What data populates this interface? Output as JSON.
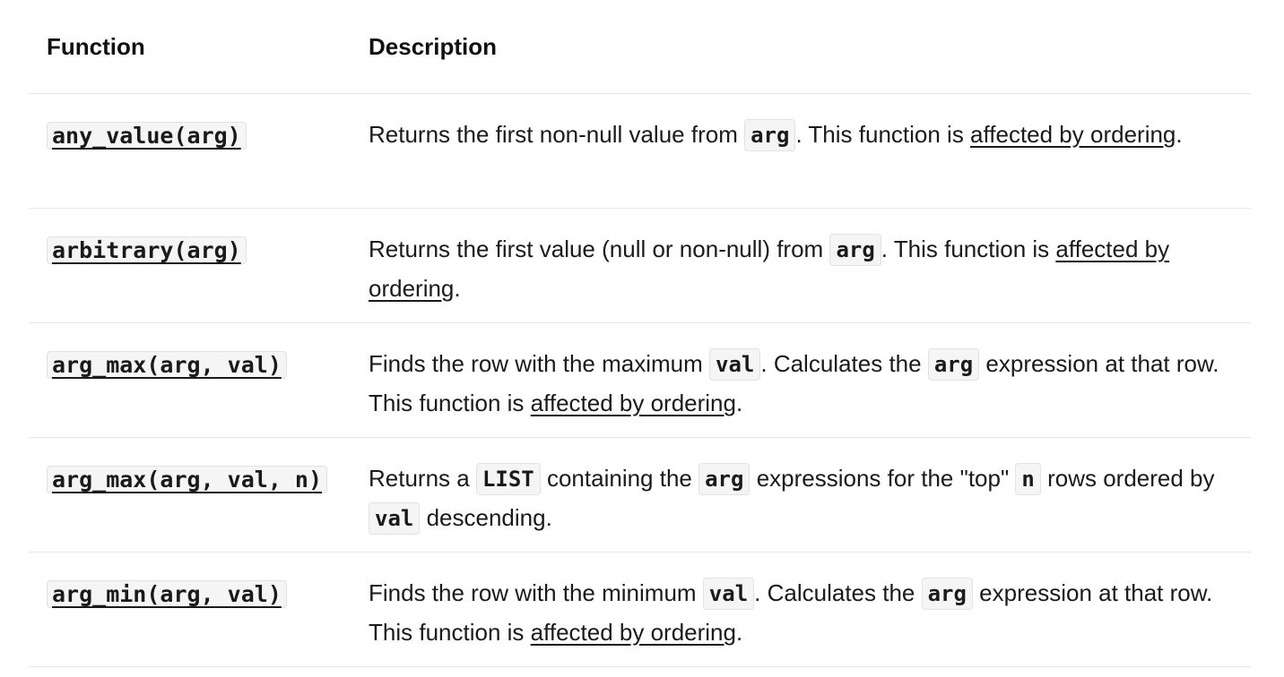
{
  "table": {
    "headers": {
      "function": "Function",
      "description": "Description"
    },
    "rows": [
      {
        "function": "any_value(arg)",
        "desc": {
          "t1": "Returns the first non-null value from ",
          "c1": "arg",
          "t2": ". This function is ",
          "link": "affected by ordering",
          "t3": "."
        }
      },
      {
        "function": "arbitrary(arg)",
        "desc": {
          "t1": "Returns the first value (null or non-null) from ",
          "c1": "arg",
          "t2": ". This function is ",
          "link": "affected by ordering",
          "t3": "."
        }
      },
      {
        "function": "arg_max(arg, val)",
        "desc": {
          "t1": "Finds the row with the maximum ",
          "c1": "val",
          "t2": ". Calculates the ",
          "c2": "arg",
          "t3": " expression at that row. This function is ",
          "link": "affected by ordering",
          "t4": "."
        }
      },
      {
        "function": "arg_max(arg, val, n)",
        "desc": {
          "t1": "Returns a ",
          "c1": "LIST",
          "t2": " containing the ",
          "c2": "arg",
          "t3": " expressions for the \"top\" ",
          "c3": "n",
          "t4": " rows ordered by ",
          "c4": "val",
          "t5": " descending."
        }
      },
      {
        "function": "arg_min(arg, val)",
        "desc": {
          "t1": "Finds the row with the minimum ",
          "c1": "val",
          "t2": ". Calculates the ",
          "c2": "arg",
          "t3": " expression at that row. This function is ",
          "link": "affected by ordering",
          "t4": "."
        }
      }
    ]
  }
}
